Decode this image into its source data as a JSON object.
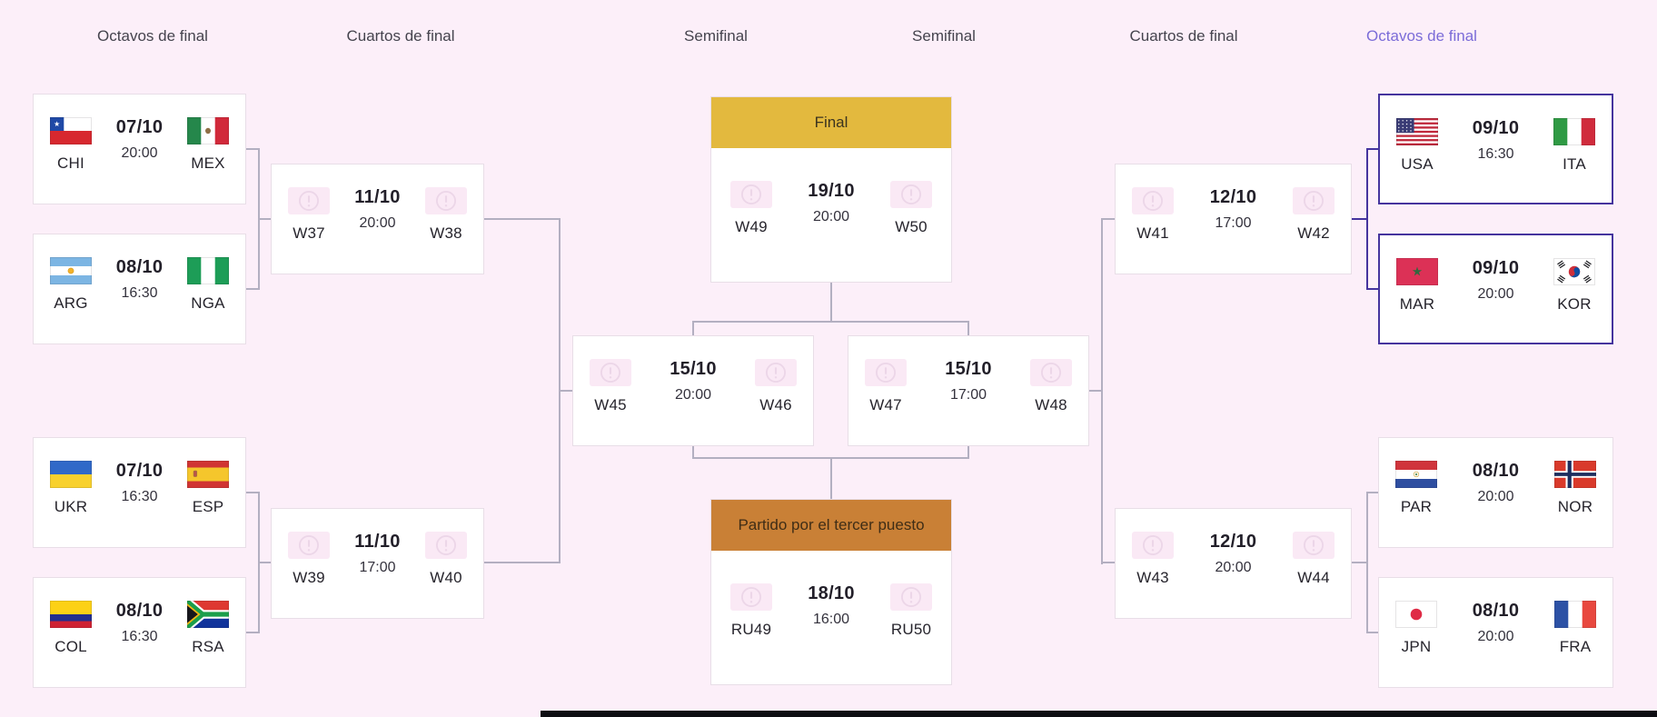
{
  "page": {
    "background": "#fceff9"
  },
  "colors": {
    "background": "#fceff9",
    "highlight_purple": "#45349e",
    "active_header_purple": "#7b6cd8",
    "final_gold": "#e3b93e",
    "third_place_bronze": "#c98036",
    "connector_gray": "#b3afc1",
    "card_white": "#ffffff"
  },
  "icons": {
    "pending_team": "exclamation-circle-icon"
  },
  "round_headers": [
    {
      "label": "Octavos de final",
      "active": false
    },
    {
      "label": "Cuartos de final",
      "active": false
    },
    {
      "label": "Semifinal",
      "active": false
    },
    {
      "label": "Semifinal",
      "active": false
    },
    {
      "label": "Cuartos de final",
      "active": false
    },
    {
      "label": "Octavos de final",
      "active": true
    }
  ],
  "matches": {
    "left_r16_1": {
      "date": "07/10",
      "time": "20:00",
      "home_code": "CHI",
      "home_flag": "chile",
      "away_code": "MEX",
      "away_flag": "mexico"
    },
    "left_r16_2": {
      "date": "08/10",
      "time": "16:30",
      "home_code": "ARG",
      "home_flag": "argentina",
      "away_code": "NGA",
      "away_flag": "nigeria"
    },
    "left_r16_3": {
      "date": "07/10",
      "time": "16:30",
      "home_code": "UKR",
      "home_flag": "ukraine",
      "away_code": "ESP",
      "away_flag": "spain"
    },
    "left_r16_4": {
      "date": "08/10",
      "time": "16:30",
      "home_code": "COL",
      "home_flag": "colombia",
      "away_code": "RSA",
      "away_flag": "south-africa"
    },
    "left_qf_1": {
      "date": "11/10",
      "time": "20:00",
      "home_code": "W37",
      "away_code": "W38"
    },
    "left_qf_2": {
      "date": "11/10",
      "time": "17:00",
      "home_code": "W39",
      "away_code": "W40"
    },
    "semifinal_1": {
      "date": "15/10",
      "time": "20:00",
      "home_code": "W45",
      "away_code": "W46"
    },
    "semifinal_2": {
      "date": "15/10",
      "time": "17:00",
      "home_code": "W47",
      "away_code": "W48"
    },
    "final": {
      "banner": "Final",
      "date": "19/10",
      "time": "20:00",
      "home_code": "W49",
      "away_code": "W50"
    },
    "third_place": {
      "banner": "Partido por el tercer puesto",
      "date": "18/10",
      "time": "16:00",
      "home_code": "RU49",
      "away_code": "RU50"
    },
    "right_qf_1": {
      "date": "12/10",
      "time": "17:00",
      "home_code": "W41",
      "away_code": "W42"
    },
    "right_qf_2": {
      "date": "12/10",
      "time": "20:00",
      "home_code": "W43",
      "away_code": "W44"
    },
    "right_r16_1": {
      "date": "09/10",
      "time": "16:30",
      "home_code": "USA",
      "home_flag": "usa",
      "away_code": "ITA",
      "away_flag": "italy",
      "highlighted": true
    },
    "right_r16_2": {
      "date": "09/10",
      "time": "20:00",
      "home_code": "MAR",
      "home_flag": "morocco",
      "away_code": "KOR",
      "away_flag": "south-korea",
      "highlighted": true
    },
    "right_r16_3": {
      "date": "08/10",
      "time": "20:00",
      "home_code": "PAR",
      "home_flag": "paraguay",
      "away_code": "NOR",
      "away_flag": "norway"
    },
    "right_r16_4": {
      "date": "08/10",
      "time": "20:00",
      "home_code": "JPN",
      "home_flag": "japan",
      "away_code": "FRA",
      "away_flag": "france"
    }
  }
}
